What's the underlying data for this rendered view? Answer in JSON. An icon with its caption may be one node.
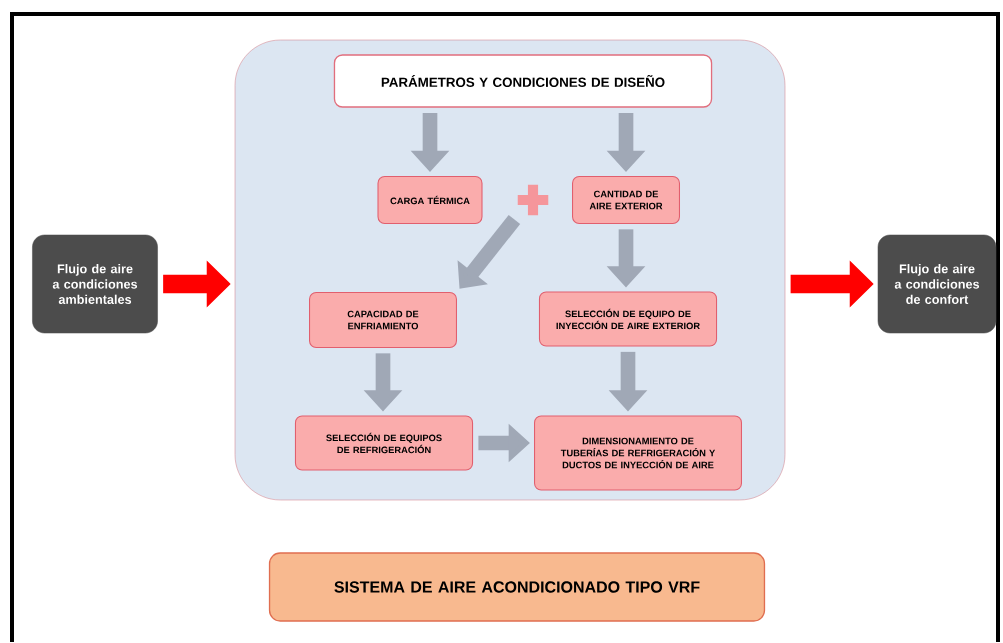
{
  "diagram": {
    "nodes": [
      {
        "text": [
          "Flujo de aire a condiciones ambientales"
        ]
      },
      {
        "text": [],
        "shape": "box"
      },
      {
        "text": [
          "PARÁMETROS Y CONDICIONES DE DISEÑO"
        ],
        "in": 1
      },
      {
        "text": [
          "CARGA TÉRMICA"
        ],
        "in": 1
      },
      {
        "text": [],
        "shape": "plus",
        "in": 1
      },
      {
        "text": [
          "CANTIDAD DE AIRE EXTERIOR"
        ],
        "in": 1
      },
      {
        "text": [
          "CAPACIDAD DE ENFRIAMIENTO"
        ],
        "in": 1
      },
      {
        "text": [
          "SELECCIÓN DE EQUIPO DE INYECCIÓN DE AIRE EXTERIOR"
        ],
        "in": 1
      },
      {
        "text": [
          "SELECCIÓN DE EQUIPOS DE REFRIGERACIÓN"
        ],
        "in": 1
      },
      {
        "text": [
          "DIMENSIONAMIENTO DE TUBERÍAS DE REFRIGERACIÓN Y DUCTOS DE INYECCIÓN DE AIRE"
        ],
        "in": 1
      },
      {
        "text": [
          "Flujo de aire a condiciones de confort"
        ]
      },
      {
        "text": [
          "SISTEMA DE AIRE ACONDICIONADO TIPO VRF"
        ]
      }
    ],
    "edges": [
      {
        "from": 0,
        "to": 1,
        "arrow": "to",
        "color": "#ff0000"
      },
      {
        "from": 1,
        "to": 10,
        "arrow": "to",
        "color": "#ff0000"
      },
      {
        "from": 2,
        "to": 3,
        "arrow": "to"
      },
      {
        "from": 2,
        "to": 5,
        "arrow": "to"
      },
      {
        "from": 4,
        "to": 6,
        "arrow": "to"
      },
      {
        "from": 5,
        "to": 7,
        "arrow": "to"
      },
      {
        "from": 6,
        "to": 8,
        "arrow": "to"
      },
      {
        "from": 7,
        "to": 9,
        "arrow": "to"
      },
      {
        "from": 8,
        "to": 9,
        "arrow": "to"
      }
    ]
  }
}
